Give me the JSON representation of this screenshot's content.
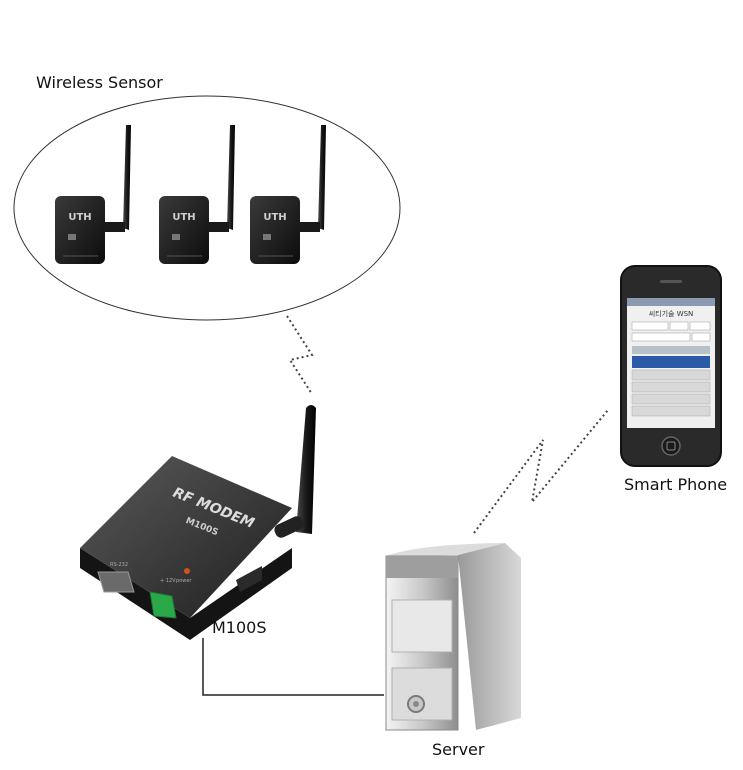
{
  "labels": {
    "sensor_group": "Wireless Sensor",
    "modem": "M100S",
    "server": "Server",
    "phone": "Smart Phone"
  },
  "devices": {
    "sensor": {
      "brand": "UTH"
    },
    "modem": {
      "title": "RF MODEM",
      "model": "M100S",
      "port_label": "RS-232",
      "power_label": "power",
      "voltage_label": "+ 12V"
    },
    "phone": {
      "app_title": "씨티기술 WSN"
    }
  }
}
